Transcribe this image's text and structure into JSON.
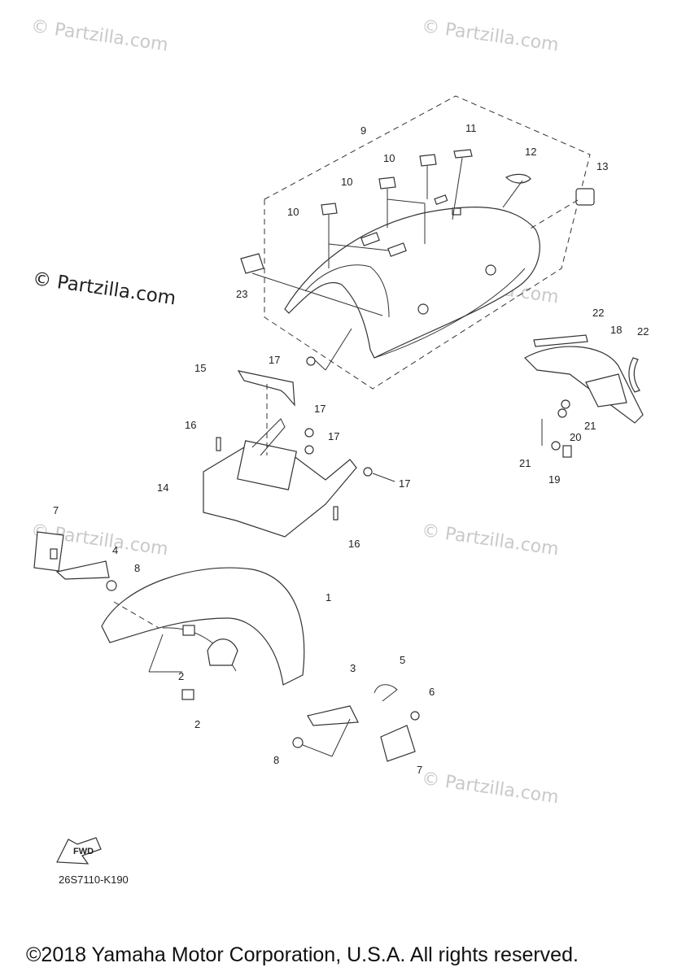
{
  "watermarks": [
    "© Partzilla.com",
    "© Partzilla.com",
    "© Partzilla.com",
    "© Partzilla.com",
    "© Partzilla.com",
    "© Partzilla.com",
    "© Partzilla.com"
  ],
  "diagram_code": "26S7110-K190",
  "fwd_label": "FWD",
  "copyright": "©2018 Yamaha Motor Corporation, U.S.A. All rights reserved.",
  "callouts": {
    "c1": "1",
    "c2a": "2",
    "c2b": "2",
    "c3": "3",
    "c4": "4",
    "c5": "5",
    "c6": "6",
    "c7a": "7",
    "c7b": "7",
    "c8a": "8",
    "c8b": "8",
    "c9": "9",
    "c10a": "10",
    "c10b": "10",
    "c10c": "10",
    "c11": "11",
    "c12": "12",
    "c13": "13",
    "c14": "14",
    "c15": "15",
    "c16a": "16",
    "c16b": "16",
    "c17a": "17",
    "c17b": "17",
    "c17c": "17",
    "c17d": "17",
    "c18": "18",
    "c19": "19",
    "c20": "20",
    "c21a": "21",
    "c21b": "21",
    "c22a": "22",
    "c22b": "22",
    "c23": "23"
  }
}
